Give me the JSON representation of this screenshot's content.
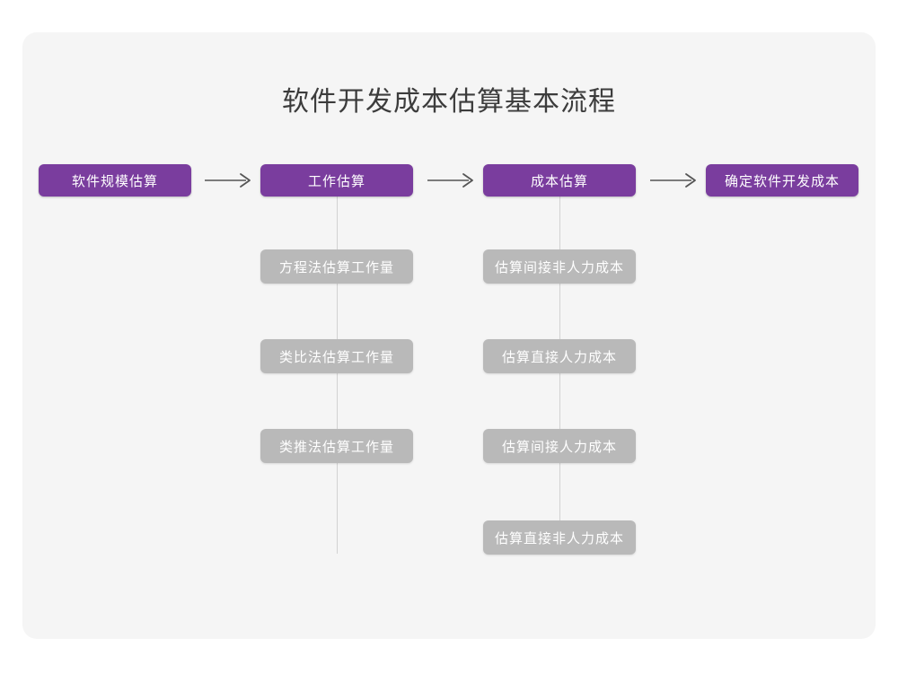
{
  "page": {
    "background": "#ffffff",
    "card_background": "#f5f5f5"
  },
  "colors": {
    "primary": "#7a3d9e",
    "secondary": "#b9b9b9",
    "title_text": "#3c3c3c",
    "node_text": "#ffffff",
    "connector": "#d2d2d2",
    "arrow": "#555555"
  },
  "diagram": {
    "type": "flowchart",
    "title": "软件开发成本估算基本流程",
    "main_flow": [
      {
        "id": "step-1",
        "label": "软件规模估算"
      },
      {
        "id": "step-2",
        "label": "工作估算"
      },
      {
        "id": "step-3",
        "label": "成本估算"
      },
      {
        "id": "step-4",
        "label": "确定软件开发成本"
      }
    ],
    "arrows": [
      {
        "id": "arrow-1",
        "from": "step-1",
        "to": "step-2",
        "glyph": "right-arrow"
      },
      {
        "id": "arrow-2",
        "from": "step-2",
        "to": "step-3",
        "glyph": "right-arrow"
      },
      {
        "id": "arrow-3",
        "from": "step-3",
        "to": "step-4",
        "glyph": "right-arrow"
      }
    ],
    "branches": [
      {
        "parent": "step-2",
        "items": [
          {
            "id": "work-1",
            "label": "方程法估算工作量"
          },
          {
            "id": "work-2",
            "label": "类比法估算工作量"
          },
          {
            "id": "work-3",
            "label": "类推法估算工作量"
          }
        ]
      },
      {
        "parent": "step-3",
        "items": [
          {
            "id": "cost-1",
            "label": "估算间接非人力成本"
          },
          {
            "id": "cost-2",
            "label": "估算直接人力成本"
          },
          {
            "id": "cost-3",
            "label": "估算间接人力成本"
          },
          {
            "id": "cost-4",
            "label": "估算直接非人力成本"
          }
        ]
      }
    ]
  }
}
